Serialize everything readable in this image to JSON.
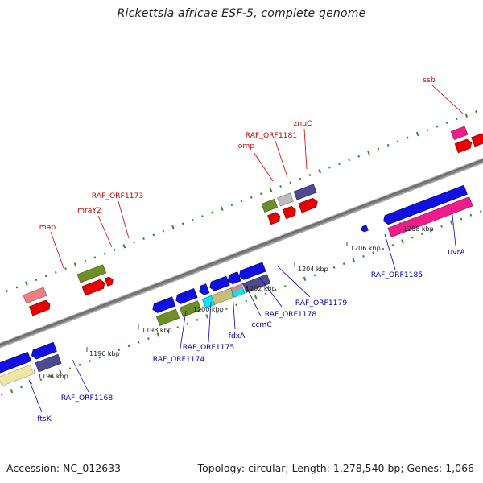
{
  "title": "Rickettsia africae ESF-5, complete genome",
  "footer": {
    "accession": "Accession: NC_012633",
    "stats": "Topology: circular; Length: 1,278,540 bp; Genes: 1,066"
  },
  "colors": {
    "blue": "#1010e0",
    "red": "#e60000",
    "olive": "#6e8e28",
    "pink": "#ee7e84",
    "navy": "#4d4a90",
    "khaki": "#c9bd7c",
    "cyan": "#00e8f0",
    "grey": "#bdbdbd",
    "magenta": "#ee1c8c",
    "cream": "#eee8a6",
    "label_fwd": "#cc0000",
    "label_rev": "#0000bb",
    "axis": "#888888",
    "dot": "#2e8b2e"
  },
  "forward_labels": [
    {
      "text": "map"
    },
    {
      "text": "mraY2"
    },
    {
      "text": "RAF_ORF1173"
    },
    {
      "text": "omp"
    },
    {
      "text": "RAF_ORF1181"
    },
    {
      "text": "znuC"
    },
    {
      "text": "ssb"
    }
  ],
  "reverse_labels": [
    {
      "text": "ftsK"
    },
    {
      "text": "RAF_ORF1168"
    },
    {
      "text": "RAF_ORF1174"
    },
    {
      "text": "RAF_ORF1175"
    },
    {
      "text": "fdxA"
    },
    {
      "text": "ccmC"
    },
    {
      "text": "RAF_ORF1178"
    },
    {
      "text": "RAF_ORF1179"
    },
    {
      "text": "RAF_ORF1185"
    },
    {
      "text": "uvrA"
    }
  ],
  "ticks": [
    {
      "label": "1194 kbp"
    },
    {
      "label": "1196 kbp"
    },
    {
      "label": "1198 kbp"
    },
    {
      "label": "1200 kbp"
    },
    {
      "label": "1202 kbp"
    },
    {
      "label": "1204 kbp"
    },
    {
      "label": "1206 kbp"
    },
    {
      "label": "1208 kbp"
    }
  ]
}
